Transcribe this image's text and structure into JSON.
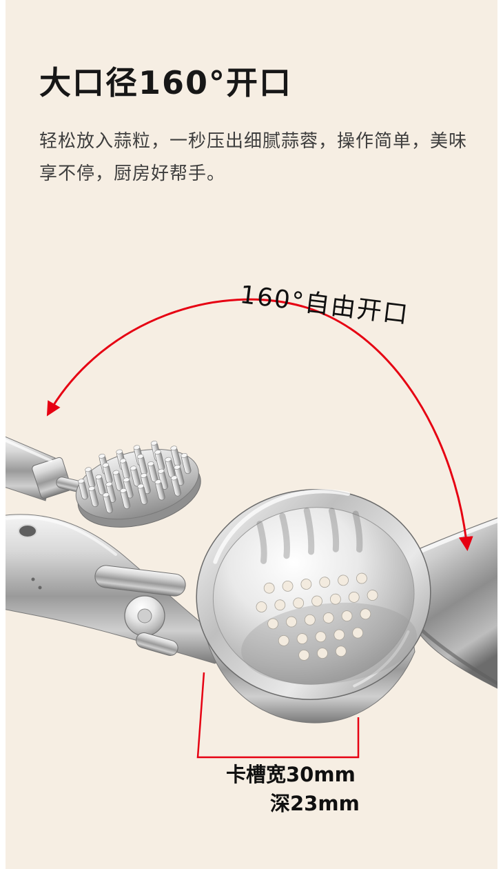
{
  "colors": {
    "background": "#f6eee3",
    "accent_red": "#e60012",
    "text_primary": "#171717",
    "text_body": "#3d3d3d"
  },
  "header": {
    "title": "大口径160°开口",
    "description": "轻松放入蒜粒，一秒压出细腻蒜蓉，操作简单，美味享不停，厨房好帮手。"
  },
  "annotations": {
    "opening_label": "160°自由开口",
    "slot_width_label": "卡槽宽30mm",
    "slot_depth_label": "深23mm"
  },
  "illustration": {
    "subject": "chrome garlic press opened 160 degrees, perforated hopper and pin pressing plate"
  }
}
